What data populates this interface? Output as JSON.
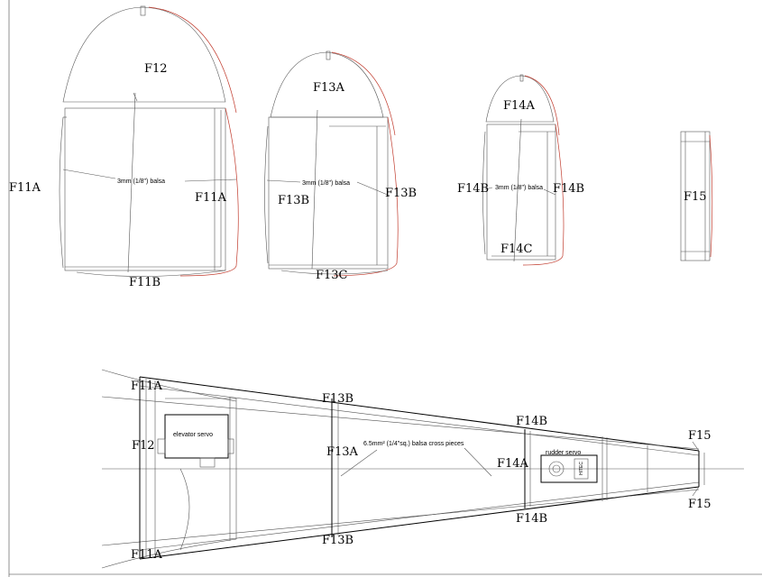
{
  "labels": {
    "f12_top": "F12",
    "f11a_left": "F11A",
    "f11a_right": "F11A",
    "f11b": "F11B",
    "balsa_1": "3mm (1/8\") balsa",
    "f13a_top": "F13A",
    "f13b_left": "F13B",
    "f13b_right": "F13B",
    "f13c": "F13C",
    "balsa_2": "3mm (1/8\") balsa",
    "f14a_top": "F14A",
    "f14b_left": "F14B",
    "f14b_right": "F14B",
    "f14c": "F14C",
    "balsa_3": "3mm (1/8\") balsa",
    "f15_top": "F15"
  },
  "plan": {
    "f11a_top": "F11A",
    "f11a_bottom": "F11A",
    "f12": "F12",
    "elevator_servo": "elevator servo",
    "f13b_top": "F13B",
    "f13a": "F13A",
    "f13b_bottom": "F13B",
    "cross_pieces": "6.5mm² (1/4\"sq.) balsa cross pieces",
    "f14b_top": "F14B",
    "f14a": "F14A",
    "rudder_servo": "rudder servo",
    "servo_brand": "HITEC",
    "f14b_bottom": "F14B",
    "f15_top": "F15",
    "f15_bottom": "F15"
  }
}
